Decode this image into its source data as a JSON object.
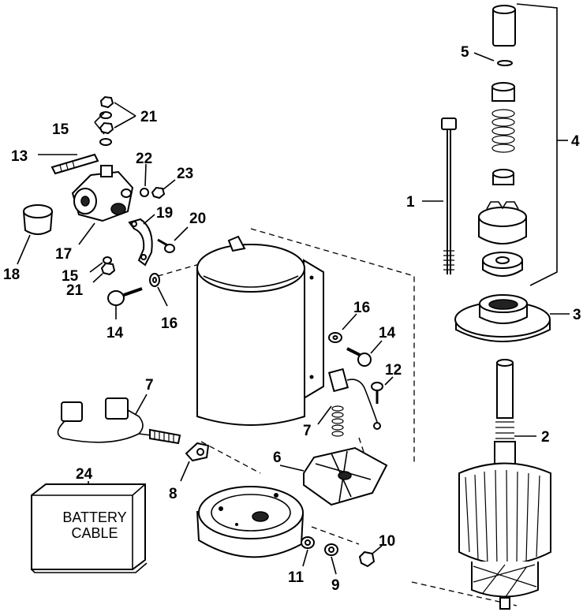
{
  "diagram": {
    "callouts": {
      "c1": "1",
      "c2": "2",
      "c3": "3",
      "c4": "4",
      "c5": "5",
      "c6": "6",
      "c7a": "7",
      "c7b": "7",
      "c8": "8",
      "c9": "9",
      "c10": "10",
      "c11": "11",
      "c12": "12",
      "c13": "13",
      "c14a": "14",
      "c14b": "14",
      "c15a": "15",
      "c15b": "15",
      "c16a": "16",
      "c16b": "16",
      "c17": "17",
      "c18": "18",
      "c19": "19",
      "c20": "20",
      "c21a": "21",
      "c21b": "21",
      "c22": "22",
      "c23": "23",
      "c24": "24"
    },
    "battery_cable_box": {
      "line1": "BATTERY",
      "line2": "CABLE"
    }
  }
}
